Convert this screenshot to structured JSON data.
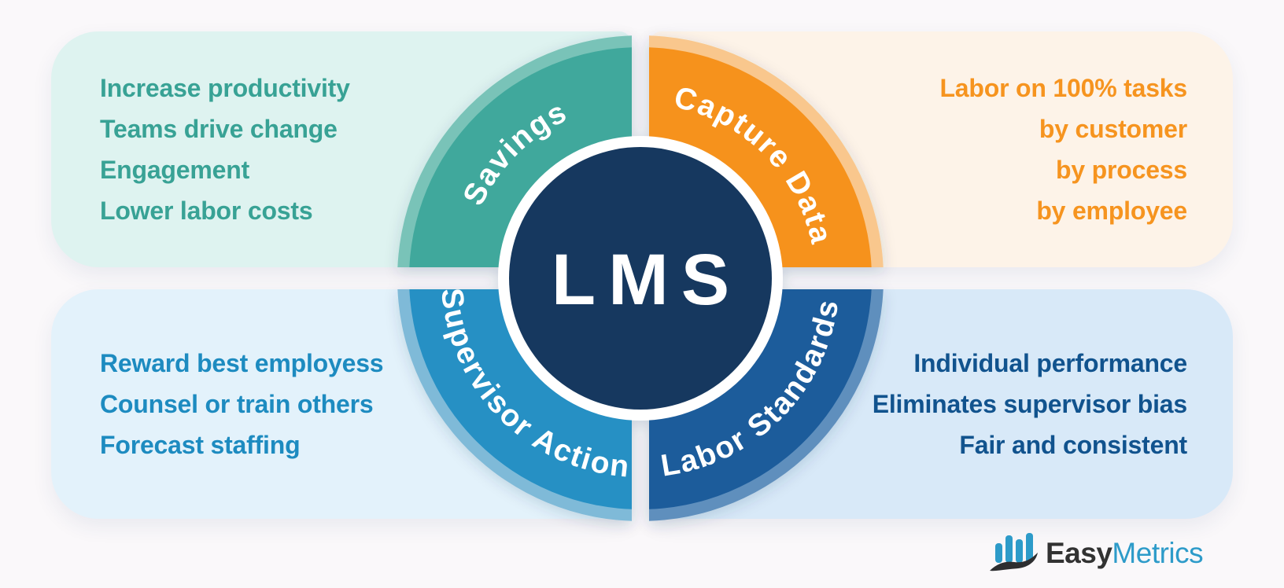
{
  "title": "LMS quadrant infographic",
  "center": {
    "label": "LMS",
    "circle_color": "#17395e",
    "ring_color": "#ffffff"
  },
  "quadrants": {
    "savings": {
      "label": "Savings",
      "wedge_color": "#3fa89c",
      "rim_color": "#79c3b8",
      "panel_bg": "#def3f0",
      "text_color": "#38a295",
      "lines": [
        "Increase productivity",
        "Teams drive change",
        "Engagement",
        "Lower labor costs"
      ]
    },
    "capture_data": {
      "label": "Capture Data",
      "wedge_color": "#f6921d",
      "rim_color": "#f9c78d",
      "panel_bg": "#fdf3e8",
      "text_color": "#f6941f",
      "lines": [
        "Labor on 100% tasks",
        "by customer",
        "by process",
        "by employee"
      ]
    },
    "supervisor_action": {
      "label": "Supervisor Action",
      "wedge_color": "#2590c4",
      "rim_color": "#7fbad8",
      "panel_bg": "#e3f2fb",
      "text_color": "#1d8bc0",
      "lines": [
        "Reward best employess",
        "Counsel or train others",
        "Forecast staffing"
      ]
    },
    "labor_standards": {
      "label": "Labor Standards",
      "wedge_color": "#1b5b9b",
      "rim_color": "#5e8fbd",
      "panel_bg": "#d8e9f8",
      "text_color": "#11538e",
      "lines": [
        "Individual performance",
        "Eliminates supervisor bias",
        "Fair and consistent"
      ]
    }
  },
  "logo": {
    "easy": "Easy",
    "metrics": "Metrics",
    "easy_color": "#323232",
    "metrics_color": "#2d9bc9",
    "bar_color": "#2d9bc9",
    "swoosh_color": "#2d2e30"
  },
  "page_bg": "#faf8fa"
}
